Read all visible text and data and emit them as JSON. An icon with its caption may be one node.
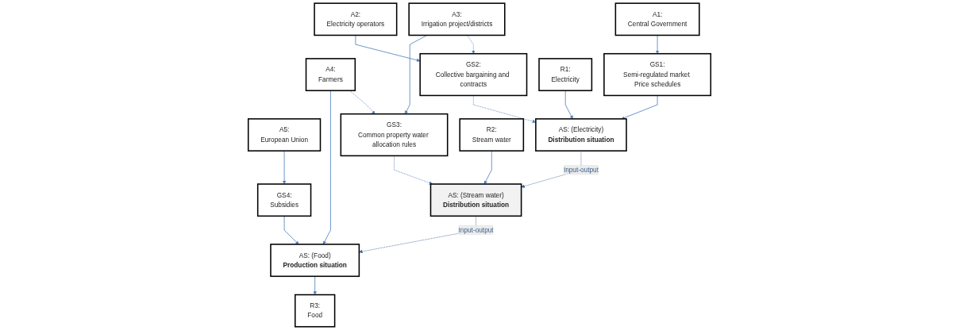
{
  "diagram": {
    "nodes": [
      {
        "text": [
          "A1:",
          "Central Government"
        ]
      },
      {
        "text": [
          "A2:",
          "Electricity operators"
        ]
      },
      {
        "text": [
          "A3:",
          "Irrigation project/districts"
        ]
      },
      {
        "text": [
          "A4:",
          "Farmers"
        ]
      },
      {
        "text": [
          "A5:",
          "European Union"
        ]
      },
      {
        "text": [
          "GS1:",
          "Semi-regulated market Price schedules"
        ]
      },
      {
        "text": [
          "GS2:",
          "Collective bargaining and contracts"
        ]
      },
      {
        "text": [
          "GS3:",
          "Common property water allocation rules"
        ]
      },
      {
        "text": [
          "GS4:",
          "Subsidies"
        ]
      },
      {
        "text": [
          "AS: (Electricity)",
          "Distribution situation"
        ]
      },
      {
        "text": [
          "AS: (Stream water)",
          "Distribution situation"
        ]
      },
      {
        "text": [
          "AS: (Food)",
          "Production situation"
        ]
      },
      {
        "text": [
          "R1:",
          "Electricity"
        ]
      },
      {
        "text": [
          "R2:",
          "Stream water"
        ]
      },
      {
        "text": [
          "R3:",
          "Food"
        ]
      }
    ],
    "edges": [
      {
        "from": 0,
        "to": 5,
        "arrow": "to"
      },
      {
        "from": 1,
        "to": 6,
        "arrow": "to"
      },
      {
        "from": 2,
        "to": 6,
        "arrow": "to",
        "style": "dashed"
      },
      {
        "from": 2,
        "to": 7,
        "arrow": "to"
      },
      {
        "from": 3,
        "to": 7,
        "arrow": "to",
        "style": "dashed"
      },
      {
        "from": 3,
        "to": 11,
        "arrow": "to"
      },
      {
        "from": 4,
        "to": 8,
        "arrow": "to"
      },
      {
        "from": 5,
        "to": 9,
        "arrow": "to"
      },
      {
        "from": 6,
        "to": 9,
        "arrow": "to",
        "style": "dashed"
      },
      {
        "from": 7,
        "to": 10,
        "arrow": "to",
        "style": "dashed"
      },
      {
        "from": 8,
        "to": 11,
        "arrow": "to"
      },
      {
        "from": 9,
        "to": 10,
        "arrow": "to",
        "label": "Input-output",
        "style": "dashed",
        "color": "#3f6391"
      },
      {
        "from": 10,
        "to": 11,
        "arrow": "to",
        "label": "Input-output",
        "style": "dashed",
        "color": "#3f6391"
      },
      {
        "from": 12,
        "to": 9,
        "arrow": "to"
      },
      {
        "from": 13,
        "to": 10,
        "arrow": "to"
      },
      {
        "from": 11,
        "to": 14,
        "arrow": "to"
      }
    ]
  }
}
